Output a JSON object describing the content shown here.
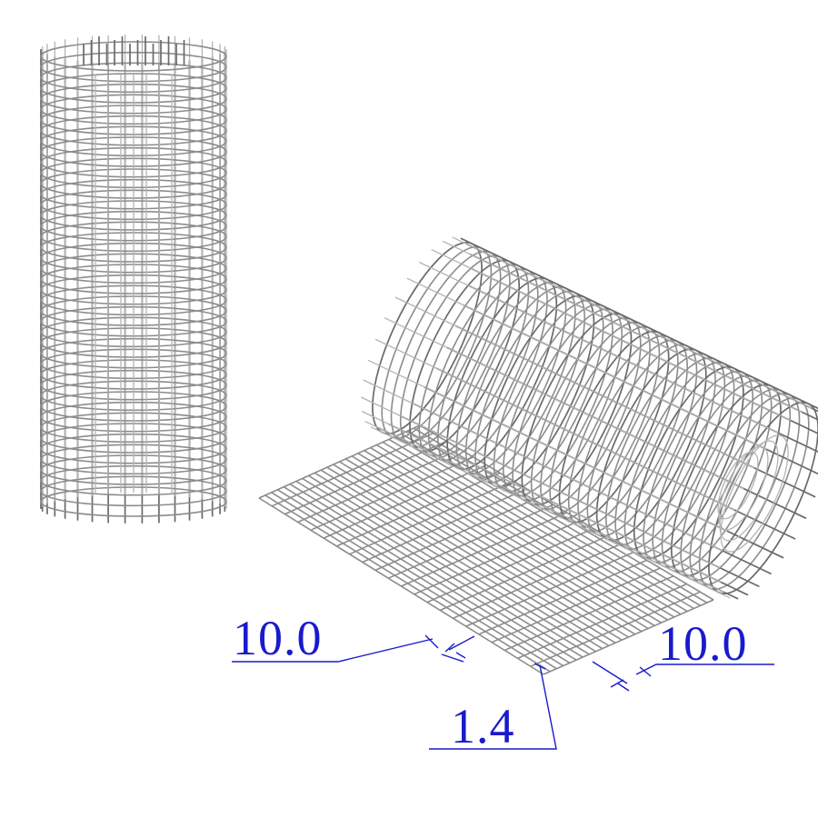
{
  "dimensions": {
    "left_spacing": "10.0",
    "right_spacing": "10.0",
    "wire_diameter": "1.4"
  },
  "colors": {
    "dimension": "#1a1acc",
    "wire": "#8c8c8c",
    "background": "#ffffff"
  }
}
